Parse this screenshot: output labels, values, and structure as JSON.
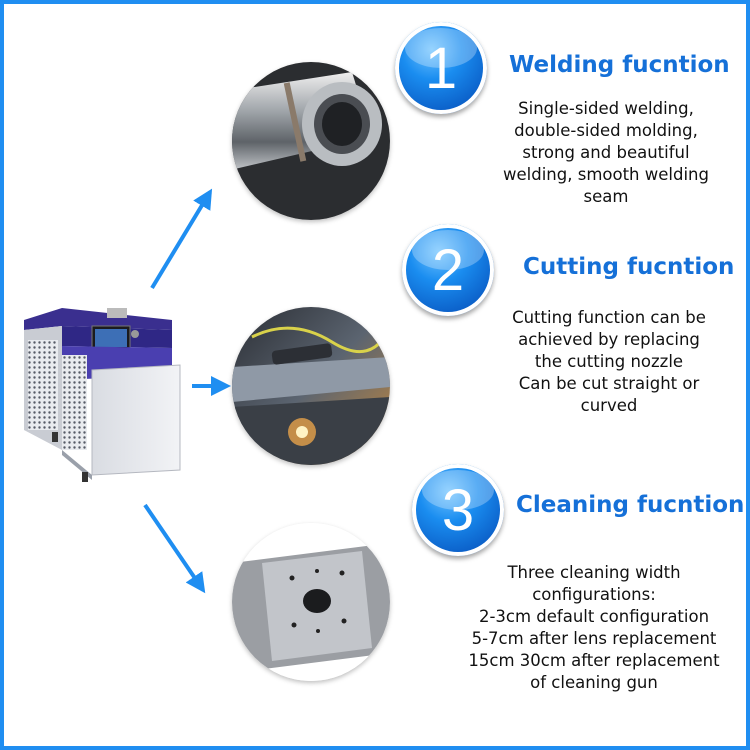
{
  "sections": [
    {
      "number": "1",
      "title": "Welding fucntion",
      "lines": [
        "Single-sided welding,",
        "double-sided molding,",
        "strong and beautiful",
        "welding, smooth welding",
        "seam"
      ]
    },
    {
      "number": "2",
      "title": "Cutting fucntion",
      "lines": [
        "Cutting function can be",
        "achieved by replacing",
        "the cutting nozzle",
        "Can be cut straight or",
        "curved"
      ]
    },
    {
      "number": "3",
      "title": "Cleaning fucntion",
      "lines": [
        "Three cleaning width",
        "configurations:",
        "2-3cm default configuration",
        "5-7cm after lens replacement",
        "15cm 30cm after replacement",
        "of cleaning gun"
      ]
    }
  ],
  "colors": {
    "accent": "#1f8ef1",
    "title": "#1570d8",
    "text": "#111111"
  },
  "icons": [
    "laser-machine-image",
    "arrow-up-right-icon",
    "arrow-right-icon",
    "arrow-down-right-icon",
    "welded-pipe-photo",
    "cutting-photo",
    "cleaned-plate-photo"
  ]
}
